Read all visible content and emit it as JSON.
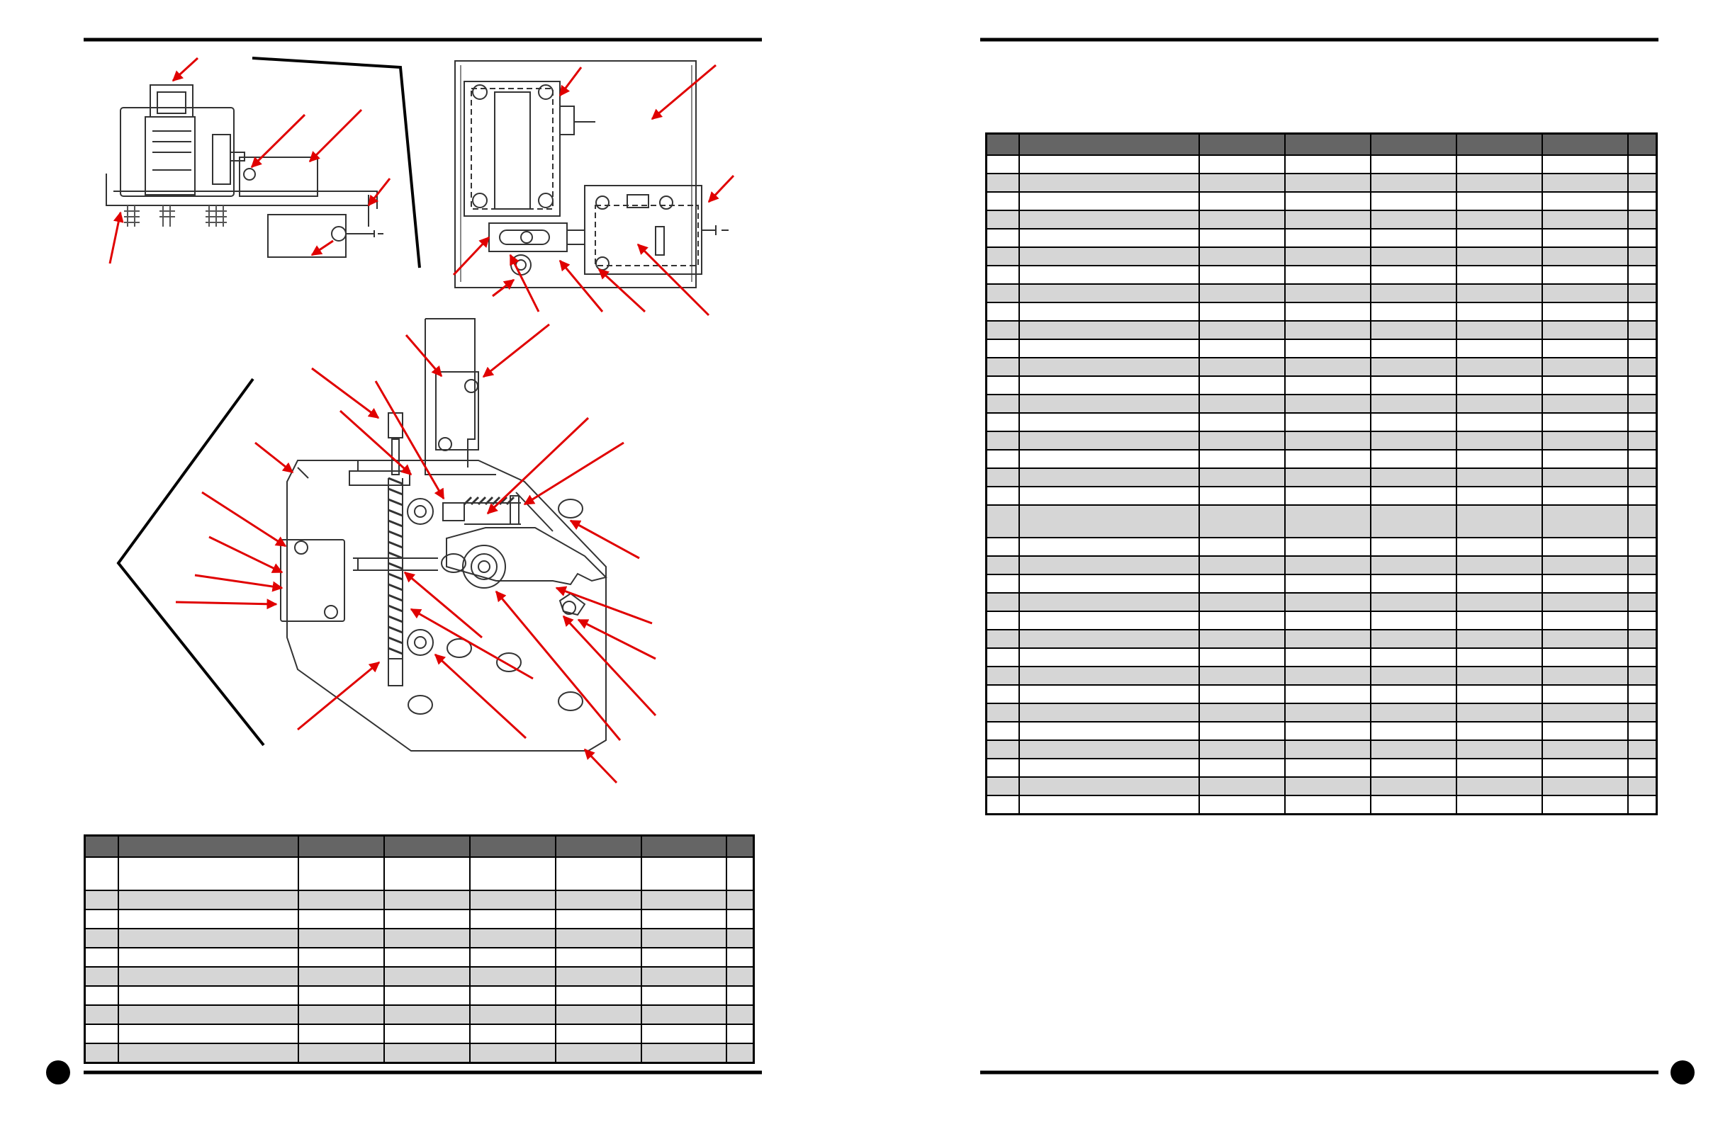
{
  "colors": {
    "rule": "#000000",
    "callout_arrow": "#e00000",
    "table_header": "#656565",
    "row_shade": "#d6d6d6",
    "line_art": "#333333"
  },
  "left_page": {
    "figure_top": {
      "name": "switch assembly, side view and top view",
      "callout_count": 15
    },
    "figure_main": {
      "name": "switch mount plate with spring rod and cam",
      "callout_count": 22
    },
    "parts_table": {
      "columns": 8,
      "rows": [
        {
          "shade": false,
          "tall": true
        },
        {
          "shade": true
        },
        {
          "shade": false
        },
        {
          "shade": true
        },
        {
          "shade": false
        },
        {
          "shade": true
        },
        {
          "shade": false
        },
        {
          "shade": true
        },
        {
          "shade": false
        },
        {
          "shade": true
        }
      ]
    }
  },
  "right_page": {
    "parts_table": {
      "columns": 8,
      "rows": [
        {
          "shade": false
        },
        {
          "shade": true
        },
        {
          "shade": false
        },
        {
          "shade": true
        },
        {
          "shade": false
        },
        {
          "shade": true
        },
        {
          "shade": false
        },
        {
          "shade": true
        },
        {
          "shade": false
        },
        {
          "shade": true
        },
        {
          "shade": false
        },
        {
          "shade": true
        },
        {
          "shade": false
        },
        {
          "shade": true
        },
        {
          "shade": false
        },
        {
          "shade": true
        },
        {
          "shade": false
        },
        {
          "shade": true
        },
        {
          "shade": false
        },
        {
          "shade": true,
          "tall": true
        },
        {
          "shade": false
        },
        {
          "shade": true
        },
        {
          "shade": false
        },
        {
          "shade": true
        },
        {
          "shade": false
        },
        {
          "shade": true
        },
        {
          "shade": false
        },
        {
          "shade": true
        },
        {
          "shade": false
        },
        {
          "shade": true
        },
        {
          "shade": false
        },
        {
          "shade": true
        },
        {
          "shade": false
        },
        {
          "shade": true
        },
        {
          "shade": false
        }
      ]
    }
  }
}
